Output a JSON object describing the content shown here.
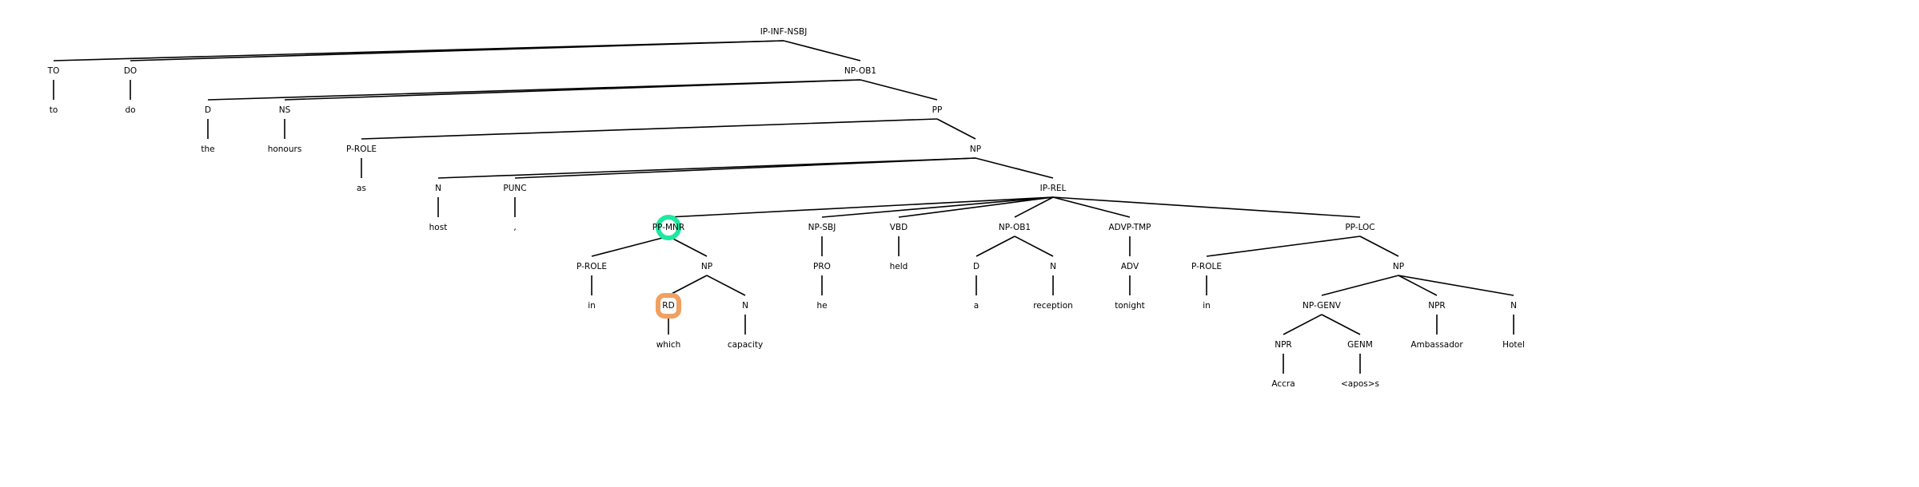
{
  "colors": {
    "background": "#ffffff",
    "label": "#000000",
    "edge": "#000000",
    "highlight_primary": "#1de9a0",
    "highlight_secondary": "#f0a060"
  },
  "highlights": [
    {
      "node": "pp-mnr",
      "style": "primary-ring"
    },
    {
      "node": "rd",
      "style": "secondary-ring"
    }
  ],
  "tree": {
    "root": "ip-inf-nsbj",
    "nodes": {
      "ip-inf-nsbj": {
        "label": "IP-INF-NSBJ",
        "children": [
          "to-tag",
          "do-tag",
          "np-ob1"
        ]
      },
      "to-tag": {
        "label": "TO",
        "children": [
          "to-word"
        ]
      },
      "to-word": {
        "label": "to"
      },
      "do-tag": {
        "label": "DO",
        "children": [
          "do-word"
        ]
      },
      "do-word": {
        "label": "do"
      },
      "np-ob1": {
        "label": "NP-OB1",
        "children": [
          "d-tag",
          "ns-tag",
          "pp"
        ]
      },
      "d-tag": {
        "label": "D",
        "children": [
          "the-word"
        ]
      },
      "the-word": {
        "label": "the"
      },
      "ns-tag": {
        "label": "NS",
        "children": [
          "honours-word"
        ]
      },
      "honours-word": {
        "label": "honours"
      },
      "pp": {
        "label": "PP",
        "children": [
          "p-role-1",
          "np"
        ]
      },
      "p-role-1": {
        "label": "P-ROLE",
        "children": [
          "as-word"
        ]
      },
      "as-word": {
        "label": "as"
      },
      "np": {
        "label": "NP",
        "children": [
          "n-tag",
          "punc-tag",
          "ip-rel"
        ]
      },
      "n-tag": {
        "label": "N",
        "children": [
          "host-word"
        ]
      },
      "host-word": {
        "label": "host"
      },
      "punc-tag": {
        "label": "PUNC",
        "children": [
          "comma-word"
        ]
      },
      "comma-word": {
        "label": ","
      },
      "ip-rel": {
        "label": "IP-REL",
        "children": [
          "pp-mnr",
          "np-sbj",
          "vbd",
          "np-ob1-2",
          "advp-tmp",
          "pp-loc"
        ]
      },
      "pp-mnr": {
        "label": "PP-MNR",
        "children": [
          "p-role-2",
          "np-2"
        ]
      },
      "p-role-2": {
        "label": "P-ROLE",
        "children": [
          "in-word-1"
        ]
      },
      "in-word-1": {
        "label": "in"
      },
      "np-2": {
        "label": "NP",
        "children": [
          "rd",
          "n-capacity"
        ]
      },
      "rd": {
        "label": "RD",
        "children": [
          "which-word"
        ]
      },
      "which-word": {
        "label": "which"
      },
      "n-capacity": {
        "label": "N",
        "children": [
          "capacity-word"
        ]
      },
      "capacity-word": {
        "label": "capacity"
      },
      "np-sbj": {
        "label": "NP-SBJ",
        "children": [
          "pro"
        ]
      },
      "pro": {
        "label": "PRO",
        "children": [
          "he-word"
        ]
      },
      "he-word": {
        "label": "he"
      },
      "vbd": {
        "label": "VBD",
        "children": [
          "held-word"
        ]
      },
      "held-word": {
        "label": "held"
      },
      "np-ob1-2": {
        "label": "NP-OB1",
        "children": [
          "d-tag-2",
          "n-reception"
        ]
      },
      "d-tag-2": {
        "label": "D",
        "children": [
          "a-word"
        ]
      },
      "a-word": {
        "label": "a"
      },
      "n-reception": {
        "label": "N",
        "children": [
          "reception-word"
        ]
      },
      "reception-word": {
        "label": "reception"
      },
      "advp-tmp": {
        "label": "ADVP-TMP",
        "children": [
          "adv"
        ]
      },
      "adv": {
        "label": "ADV",
        "children": [
          "tonight-word"
        ]
      },
      "tonight-word": {
        "label": "tonight"
      },
      "pp-loc": {
        "label": "PP-LOC",
        "children": [
          "p-role-3",
          "np-3"
        ]
      },
      "p-role-3": {
        "label": "P-ROLE",
        "children": [
          "in-word-2"
        ]
      },
      "in-word-2": {
        "label": "in"
      },
      "np-3": {
        "label": "NP",
        "children": [
          "np-genv",
          "npr-ambassador",
          "n-hotel"
        ]
      },
      "np-genv": {
        "label": "NP-GENV",
        "children": [
          "npr-accra",
          "genm"
        ]
      },
      "npr-accra": {
        "label": "NPR",
        "children": [
          "accra-word"
        ]
      },
      "accra-word": {
        "label": "Accra"
      },
      "genm": {
        "label": "GENM",
        "children": [
          "apos-word"
        ]
      },
      "apos-word": {
        "label": "<apos>s"
      },
      "npr-ambassador": {
        "label": "NPR",
        "children": [
          "ambassador-word"
        ]
      },
      "ambassador-word": {
        "label": "Ambassador"
      },
      "n-hotel": {
        "label": "N",
        "children": [
          "hotel-word"
        ]
      },
      "hotel-word": {
        "label": "Hotel"
      }
    }
  }
}
